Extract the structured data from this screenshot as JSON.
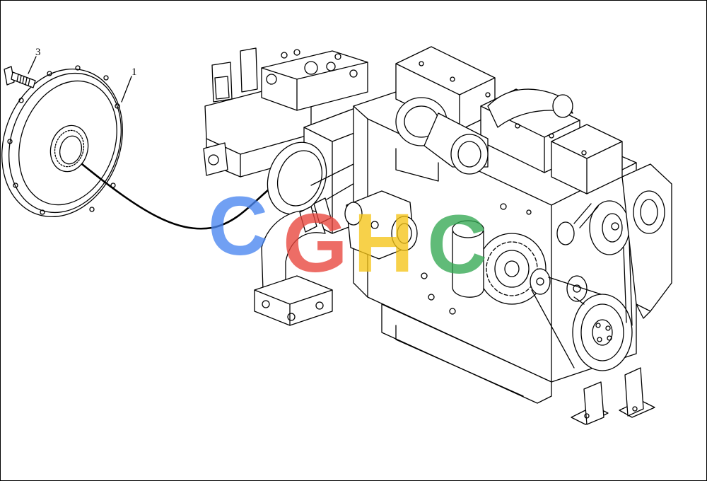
{
  "callouts": [
    {
      "id": "flywheel",
      "label": "1"
    },
    {
      "id": "bolt",
      "label": "3"
    }
  ],
  "watermark": {
    "letters": [
      "C",
      "G",
      "H",
      "C"
    ],
    "colors": [
      "#4a86f0",
      "#e8453c",
      "#f5c518",
      "#34a853"
    ]
  },
  "line_color": "#000000",
  "background": "#ffffff"
}
